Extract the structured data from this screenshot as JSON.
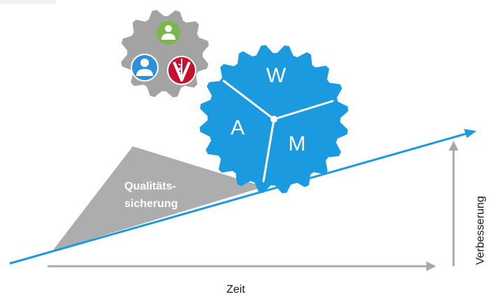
{
  "gear": {
    "letters": [
      "W",
      "A",
      "M"
    ]
  },
  "wedge": {
    "label_line1": "Qualitäts-",
    "label_line2": "sicherung"
  },
  "axes": {
    "x_label": "Zeit",
    "y_label": "Verbesserung"
  },
  "icons": [
    "person-icon",
    "person-icon",
    "caduceus-icon"
  ],
  "colors": {
    "blue": "#1b9ae0",
    "gray_gear": "#a3a3a3",
    "wedge_gray": "#adadad",
    "axis_gray": "#a8a8a8",
    "green_icon": "#7ab648",
    "blue_icon": "#2f8fd8",
    "red_icon": "#c8102e"
  }
}
